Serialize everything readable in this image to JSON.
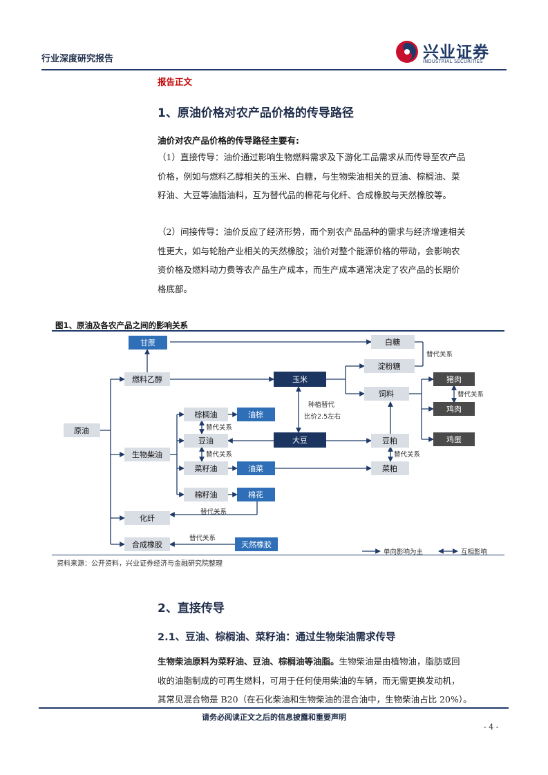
{
  "header": {
    "report_type": "行业深度研究报告",
    "logo_cn": "兴业证券",
    "logo_en": "INDUSTRIAL SECURITIES"
  },
  "section_tag": "报告正文",
  "section1": {
    "heading": "1、原油价格对农产品价格的传导路径",
    "lead": "油价对农产品价格的传导路径主要有:",
    "para1": [
      "（1）直接传导：油价通过影响生物燃料需求及下游化工品需求从而传导至农产品",
      "价格，例如与燃料乙醇相关的玉米、白糖，与生物柴油相关的豆油、棕榈油、菜",
      "籽油、大豆等油脂油料，互为替代品的棉花与化纤、合成橡胶与天然橡胶等。"
    ],
    "para2": [
      "（2）间接传导：油价反应了经济形势，而个别农产品品种的需求与经济增速相关",
      "性更大，如与轮胎产业相关的天然橡胶；油价对整个能源价格的带动，会影响农",
      "资价格及燃料动力费等农产品生产成本，而生产成本通常决定了农产品的长期价",
      "格底部。"
    ]
  },
  "figure1": {
    "title": "图1、原油及各农产品之间的影响关系",
    "source": "资料来源：公开资料，兴业证券经济与金融研究院整理",
    "nodes": {
      "crude": "原油",
      "ethanol": "燃料乙醇",
      "sugarcane": "甘蔗",
      "biodiesel": "生物柴油",
      "palm_oil": "棕榈油",
      "soy_oil": "豆油",
      "rapeseed_oil": "菜籽油",
      "cotton_oil": "棉籽油",
      "oil_palm": "油棕",
      "rapeseed_plant": "油菜",
      "cotton": "棉花",
      "fiber": "化纤",
      "syn_rubber": "合成橡胶",
      "nat_rubber": "天然橡胶",
      "corn": "玉米",
      "soybean": "大豆",
      "white_sugar": "白糖",
      "starch_sugar": "淀粉糖",
      "feed": "饲料",
      "soy_meal": "豆粕",
      "rapeseed_meal": "菜粕",
      "pork": "猪肉",
      "chicken": "鸡肉",
      "eggs": "鸡蛋"
    },
    "labels": {
      "substitute": "替代关系",
      "planting_1": "种植替代",
      "planting_2": "比价2.5左右"
    },
    "legend": {
      "one_way": "单向影响为主",
      "mutual": "互相影响"
    },
    "colors": {
      "dark": "#1b3560",
      "blue": "#2e6fb8",
      "light": "#d9dde4",
      "arrow": "#1f3a68"
    }
  },
  "section2": {
    "heading": "2、直接传导",
    "sub": "2.1、豆油、棕榈油、菜籽油：通过生物柴油需求传导",
    "para_bold": "生物柴油原料为菜籽油、豆油、棕榈油等油脂。",
    "para_lines": [
      "生物柴油是由植物油，脂肪或回",
      "收的油脂制成的可再生燃料，可用于任何使用柴油的车辆，而无需更换发动机，",
      "其常见混合物是 B20（在石化柴油和生物柴油的混合油中，生物柴油占比 20%）。"
    ]
  },
  "footer": {
    "note": "请务必阅读正文之后的信息披露和重要声明",
    "page": "- 4 -"
  }
}
